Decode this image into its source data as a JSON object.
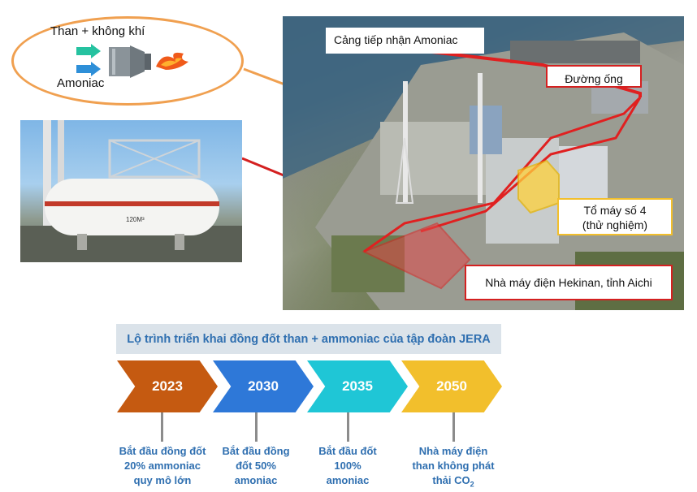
{
  "callout": {
    "input_top": "Than + không khí",
    "input_bottom": "Amoniac"
  },
  "aerial": {
    "port_label": "Cảng tiếp nhận Amoniac",
    "pipeline_label": "Đường ống",
    "unit4_line1": "Tổ máy số 4",
    "unit4_line2": "(thử nghiệm)",
    "plant_label": "Nhà máy điện Hekinan, tỉnh Aichi"
  },
  "tank": {
    "marking": "120M³"
  },
  "roadmap": {
    "title": "Lộ trình triển khai đồng đốt than + ammoniac của tập đoàn JERA",
    "milestones": [
      {
        "year": "2023",
        "color": "#c55a11",
        "line1": "Bắt đầu đồng đốt",
        "line2": "20% ammoniac",
        "line3": "quy mô lớn"
      },
      {
        "year": "2030",
        "color": "#2e78d8",
        "line1": "Bắt đầu đồng",
        "line2": "đốt 50%",
        "line3": "amoniac"
      },
      {
        "year": "2035",
        "color": "#1fc6d6",
        "line1": "Bắt đầu đốt",
        "line2": "100%",
        "line3": "amoniac"
      },
      {
        "year": "2050",
        "color": "#f2bf2c",
        "line1": "Nhà máy điện",
        "line2": "than không phát",
        "line3": "thải CO",
        "line3_sub": "2"
      }
    ]
  }
}
